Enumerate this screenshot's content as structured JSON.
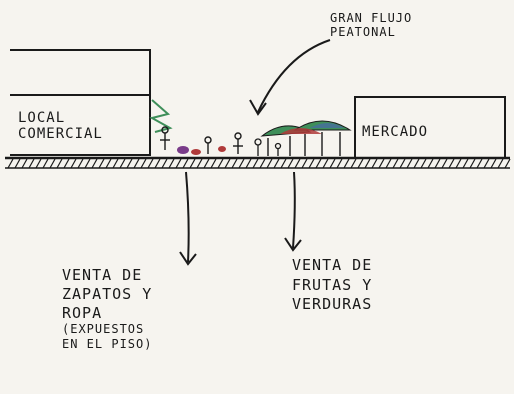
{
  "labels": {
    "local_comercial": [
      "LOCAL",
      "COMERCIAL"
    ],
    "mercado": "MERCADO",
    "gran_flujo": [
      "GRAN FLUJO",
      "PEATONAL"
    ],
    "venta_zapatos": [
      "VENTA DE",
      "ZAPATOS Y",
      "ROPA",
      "(EXPUESTOS",
      "EN EL PISO)"
    ],
    "venta_frutas": [
      "VENTA DE",
      "FRUTAS Y",
      "VERDURAS"
    ]
  },
  "colors": {
    "ink": "#1a1a1a",
    "paper": "#f6f4ef",
    "green": "#3f8f5a",
    "red": "#b03a3a",
    "blue": "#4a63b5",
    "purple": "#7a3c8a"
  }
}
